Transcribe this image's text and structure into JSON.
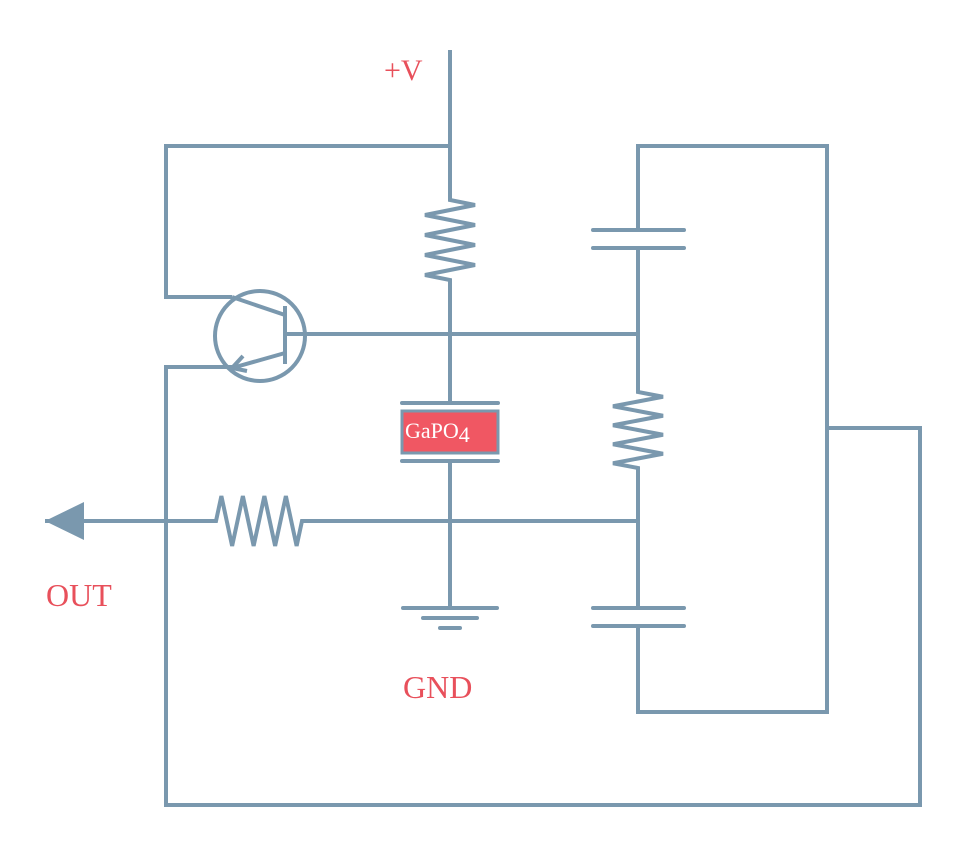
{
  "diagram": {
    "type": "circuit-schematic",
    "colors": {
      "wire": "#7a98ae",
      "label": "#e8505b",
      "component_fill": "#f05763",
      "component_text": "#ffffff",
      "background": "#ffffff"
    },
    "labels": {
      "supply": "+V",
      "output": "OUT",
      "ground": "GND",
      "crystal_prefix": "GaPO",
      "crystal_subscript": "4"
    },
    "components": [
      {
        "id": "R1",
        "kind": "resistor",
        "orientation": "vertical",
        "description": "between +V and transistor base node"
      },
      {
        "id": "Q1",
        "kind": "bjt-npn",
        "description": "transistor, collector to top rail, emitter to outer loop"
      },
      {
        "id": "X1",
        "kind": "crystal",
        "material": "GaPO4",
        "description": "piezoelectric crystal between base node and output node"
      },
      {
        "id": "GND1",
        "kind": "ground"
      },
      {
        "id": "R2",
        "kind": "resistor",
        "orientation": "horizontal",
        "description": "output series resistor"
      },
      {
        "id": "C1",
        "kind": "capacitor",
        "description": "upper capacitor in right branch"
      },
      {
        "id": "R3",
        "kind": "resistor",
        "orientation": "vertical",
        "description": "middle resistor in right branch"
      },
      {
        "id": "C2",
        "kind": "capacitor",
        "description": "lower capacitor in right branch"
      },
      {
        "id": "OUT1",
        "kind": "output-arrow"
      }
    ]
  }
}
